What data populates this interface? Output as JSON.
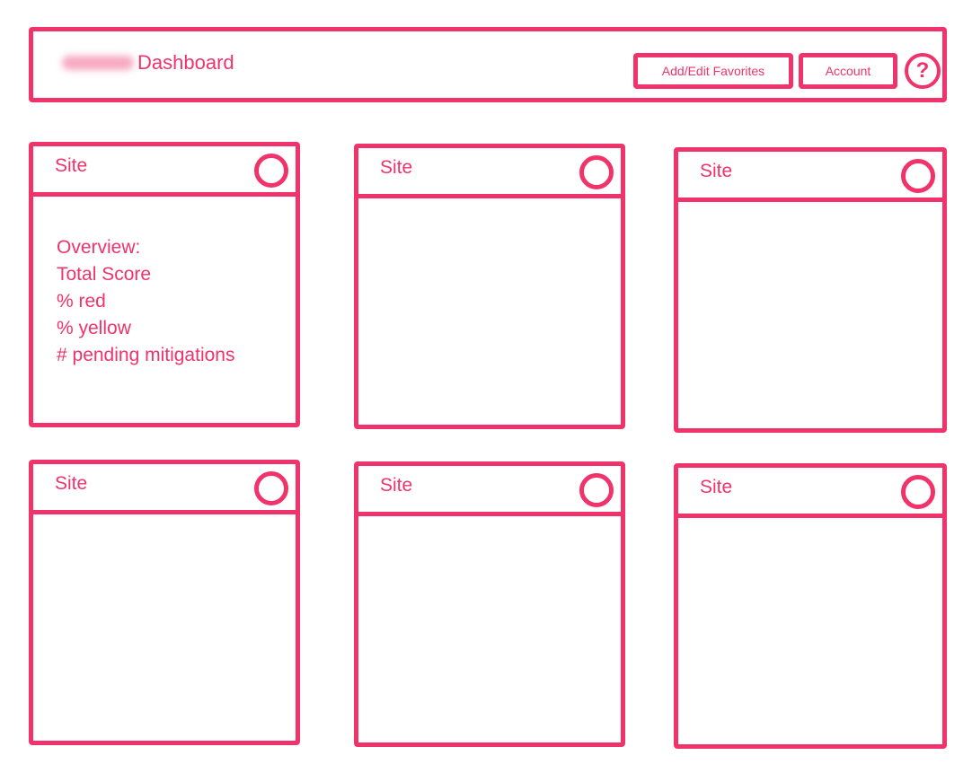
{
  "header": {
    "title": "Dashboard",
    "buttons": {
      "favorites": "Add/Edit Favorites",
      "account": "Account",
      "help": "?"
    }
  },
  "cards": [
    {
      "title": "Site",
      "overview": [
        "Overview:",
        "Total Score",
        "% red",
        "% yellow",
        "# pending mitigations"
      ]
    },
    {
      "title": "Site"
    },
    {
      "title": "Site"
    },
    {
      "title": "Site"
    },
    {
      "title": "Site"
    },
    {
      "title": "Site"
    }
  ],
  "colors": {
    "ink": "#f0336b"
  }
}
